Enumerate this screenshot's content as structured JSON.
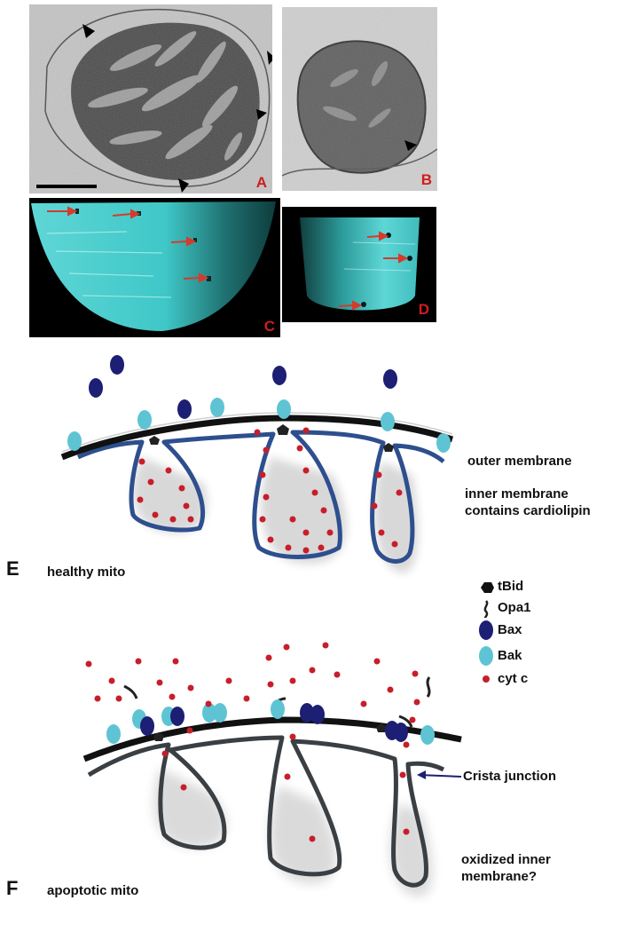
{
  "panels": {
    "a": "A",
    "b": "B",
    "c": "C",
    "d": "D",
    "e": "E",
    "f": "F"
  },
  "healthy": {
    "title": "healthy mito",
    "outer_label": "outer membrane",
    "inner_label_line1": "inner membrane",
    "inner_label_line2": "contains cardiolipin"
  },
  "legend": {
    "items": [
      {
        "label": "tBid",
        "color": "#111111",
        "icon": "hexagon-icon"
      },
      {
        "label": "Opa1",
        "color": "#222222",
        "icon": "squiggle-icon"
      },
      {
        "label": "Bax",
        "color": "#1c1f73",
        "icon": "dark-blue-oval-icon"
      },
      {
        "label": "Bak",
        "color": "#5ec4d4",
        "icon": "light-blue-oval-icon"
      },
      {
        "label": "cyt c",
        "color": "#c81e2a",
        "icon": "red-dot-icon"
      }
    ]
  },
  "apoptotic": {
    "title": "apoptotic mito",
    "crista_label": "Crista junction",
    "oxidized_line1": "oxidized inner",
    "oxidized_line2": "membrane?"
  },
  "colors": {
    "bax": "#1c1f73",
    "bak": "#5ec4d4",
    "cytc": "#c81e2a",
    "inner_healthy": "#2e4f8e",
    "inner_apoptotic": "#3a3f44",
    "cyan_surface": "#3fc7c7",
    "panel_label": "#d01c1c"
  }
}
